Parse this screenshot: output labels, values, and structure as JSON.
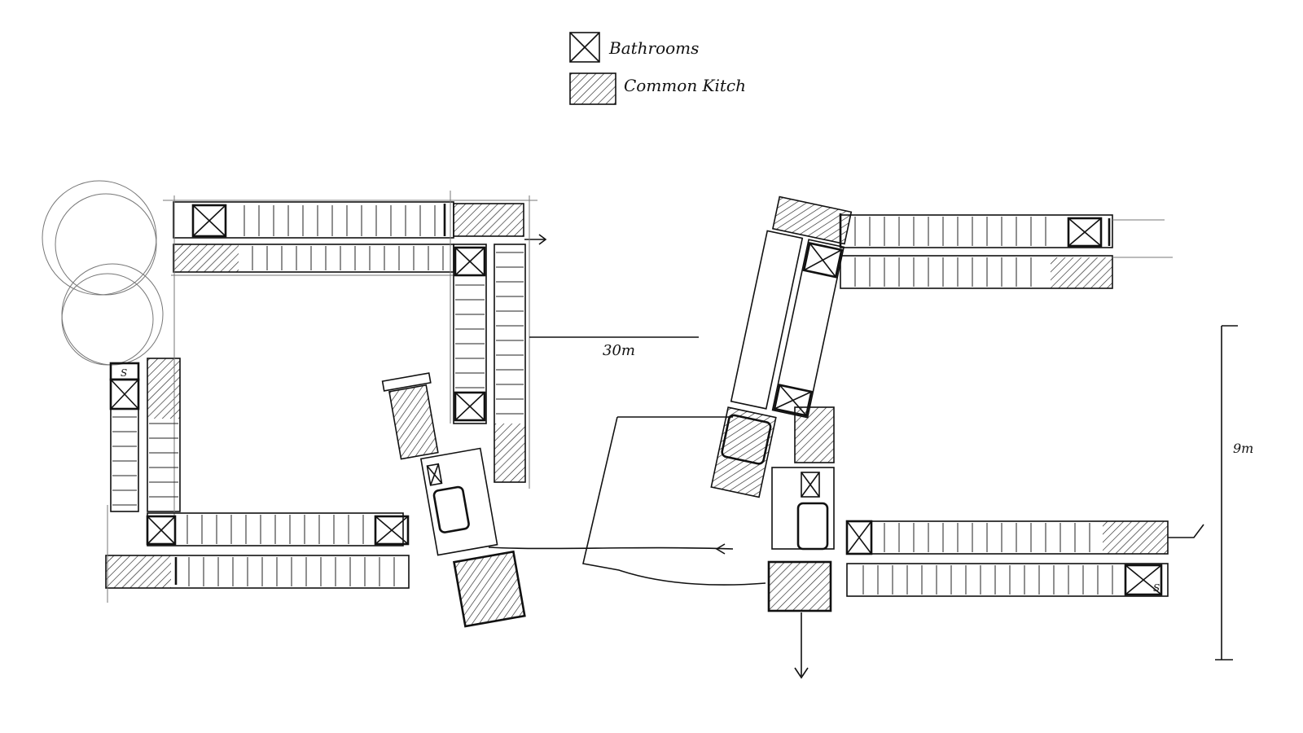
{
  "legend": {
    "bathroom_label": "Bathrooms",
    "common_label": "Common Kitch"
  },
  "annotations": {
    "dimension_30m": "30m",
    "dimension_right": "9m",
    "stair_mark_s": "S"
  },
  "colors": {
    "ink": "#111111",
    "pencil": "#777777",
    "hatch": "#222222",
    "paper": "#ffffff"
  }
}
